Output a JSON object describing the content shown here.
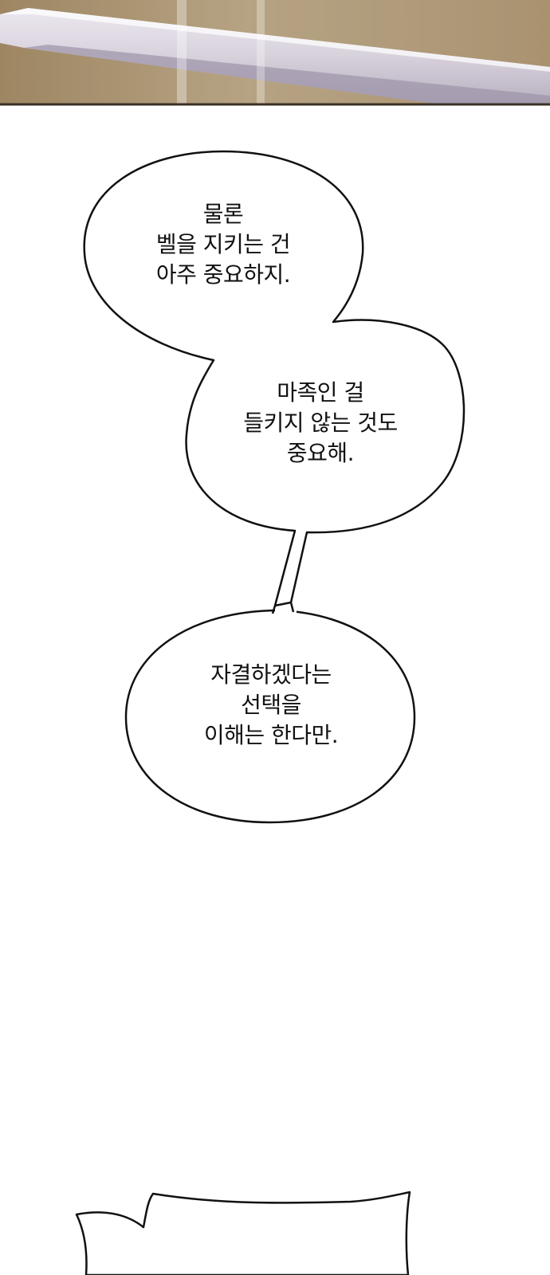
{
  "panels": {
    "top_panel": {
      "description_color": "#b8a27e"
    },
    "bubbles": [
      {
        "lines": [
          "물론",
          "벨을 지키는 건",
          "아주 중요하지."
        ]
      },
      {
        "lines": [
          "마족인 걸",
          "들키지 않는 것도",
          "중요해."
        ]
      },
      {
        "lines": [
          "자결하겠다는",
          "선택을",
          "이해는 한다만."
        ]
      }
    ]
  },
  "colors": {
    "background": "#ffffff",
    "bubble_fill": "#ffffff",
    "bubble_stroke": "#111111",
    "text": "#111111"
  }
}
